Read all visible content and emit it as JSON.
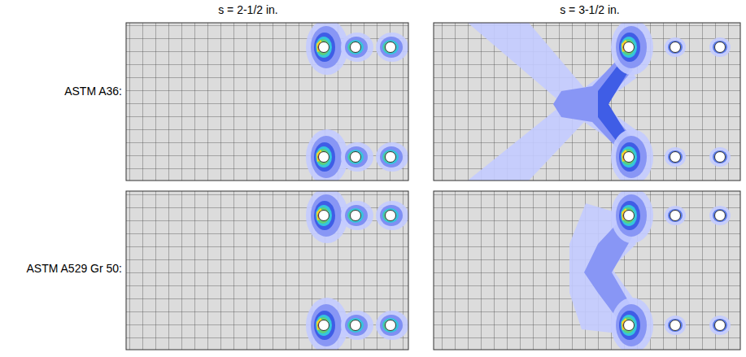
{
  "diagram": {
    "labels": [
      "s = 2-1/2 in.",
      "s = 3-1/2 in.",
      "ASTM A36:",
      "ASTM A529 Gr 50:"
    ]
  }
}
